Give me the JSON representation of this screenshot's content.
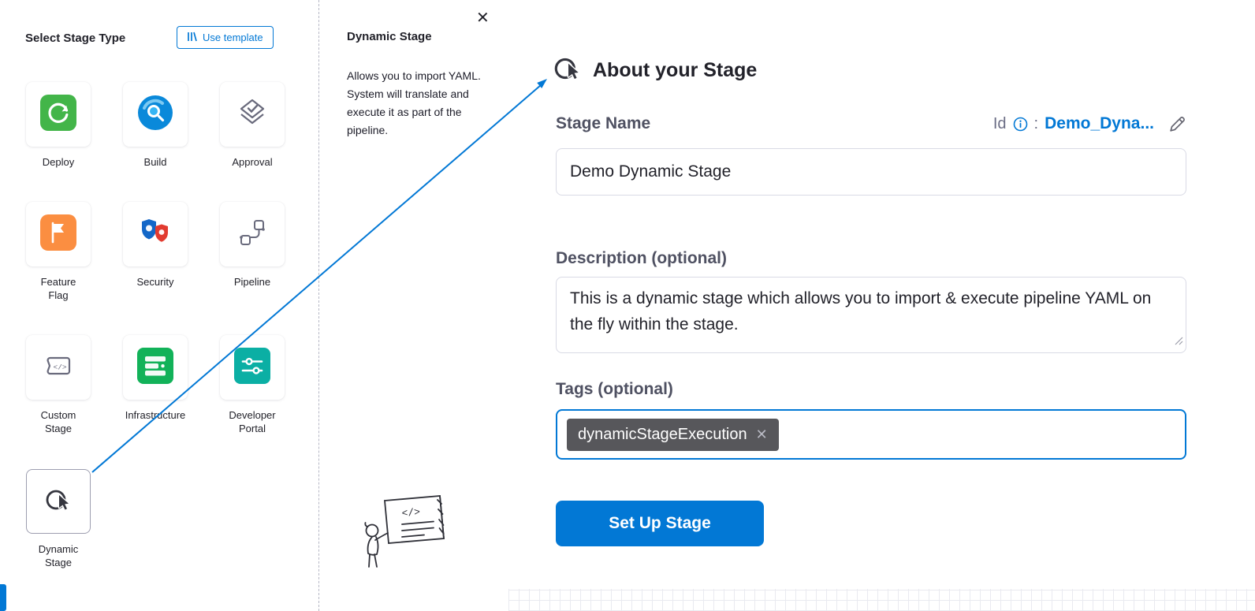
{
  "left_panel": {
    "title": "Select Stage Type",
    "use_template_label": "Use template",
    "stage_types": [
      {
        "label": "Deploy"
      },
      {
        "label": "Build"
      },
      {
        "label": "Approval"
      },
      {
        "label": "Feature\nFlag"
      },
      {
        "label": "Security"
      },
      {
        "label": "Pipeline"
      },
      {
        "label": "Custom\nStage"
      },
      {
        "label": "Infrastructure"
      },
      {
        "label": "Developer\nPortal"
      },
      {
        "label": "Dynamic\nStage"
      }
    ]
  },
  "info_panel": {
    "title": "Dynamic Stage",
    "description": "Allows you to import YAML. System will translate and execute it as part of the pipeline."
  },
  "form_panel": {
    "heading": "About your Stage",
    "stage_name_label": "Stage Name",
    "id_label": "Id",
    "id_colon": ":",
    "id_value": "Demo_Dyna...",
    "stage_name_value": "Demo Dynamic Stage",
    "description_label": "Description (optional)",
    "description_value": "This is a dynamic stage which allows you to import & execute pipeline YAML on the fly within the stage.",
    "tags_label": "Tags (optional)",
    "tag_value": "dynamicStageExecution",
    "submit_label": "Set Up Stage"
  },
  "icons": {
    "close": "✕",
    "tag_remove": "✕"
  },
  "colors": {
    "accent": "#0278D5",
    "tag_bg": "#57575B",
    "heading_text": "#22222A",
    "label_text": "#4F5162",
    "id_link": "#0278D5"
  }
}
